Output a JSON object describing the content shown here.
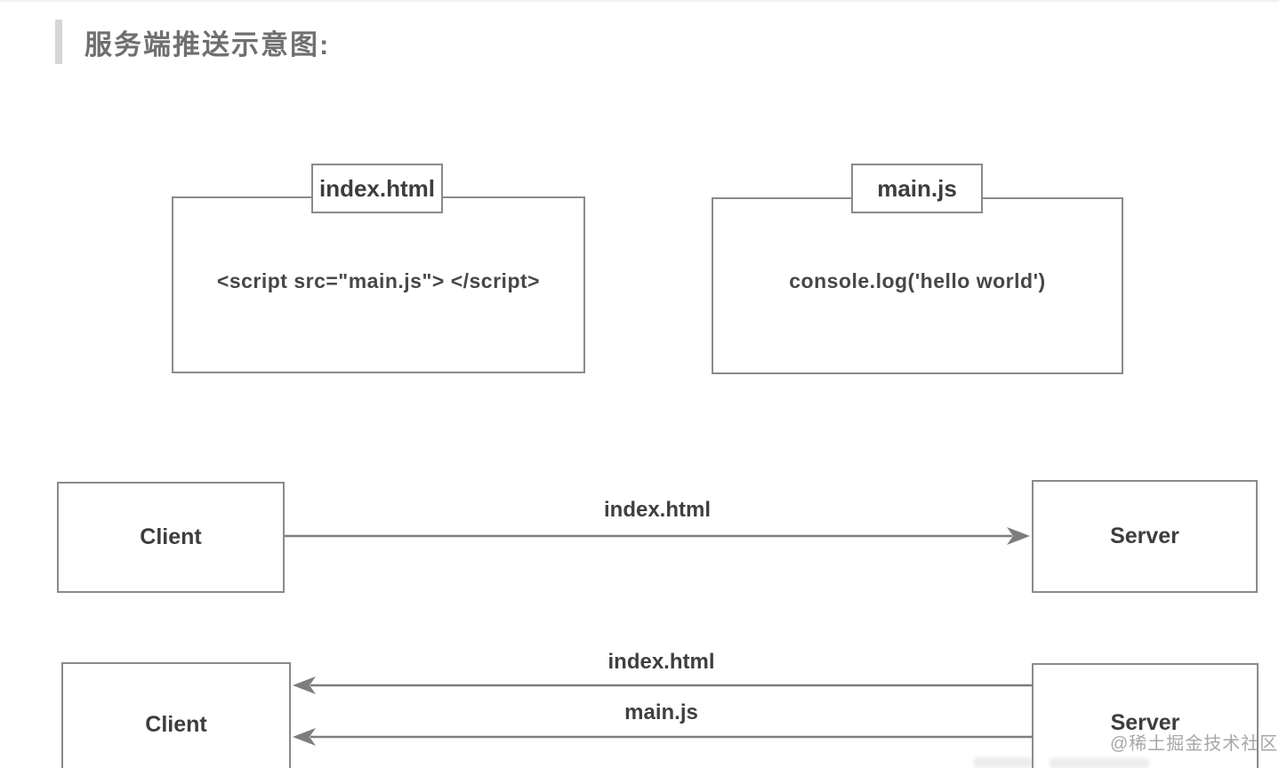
{
  "page": {
    "title": "服务端推送示意图:"
  },
  "diagram": {
    "files": [
      {
        "name": "index.html",
        "content": "<script src=\"main.js\"> </script>"
      },
      {
        "name": "main.js",
        "content": "console.log('hello world')"
      }
    ],
    "request_flow": {
      "client_label": "Client",
      "server_label": "Server",
      "arrow_label": "index.html",
      "direction": "client-to-server"
    },
    "push_flow": {
      "client_label": "Client",
      "server_label": "Server",
      "arrows": [
        {
          "label": "index.html",
          "direction": "server-to-client"
        },
        {
          "label": "main.js",
          "direction": "server-to-client"
        }
      ]
    },
    "colors": {
      "line": "#7d7d7d",
      "box_border": "#8a8a8a",
      "text": "#3f3f3f",
      "title": "#6f6f6f",
      "accent_bar": "#d6d6d6",
      "watermark": "#9e9e9e"
    }
  },
  "watermark": {
    "text": "@稀土掘金技术社区"
  }
}
